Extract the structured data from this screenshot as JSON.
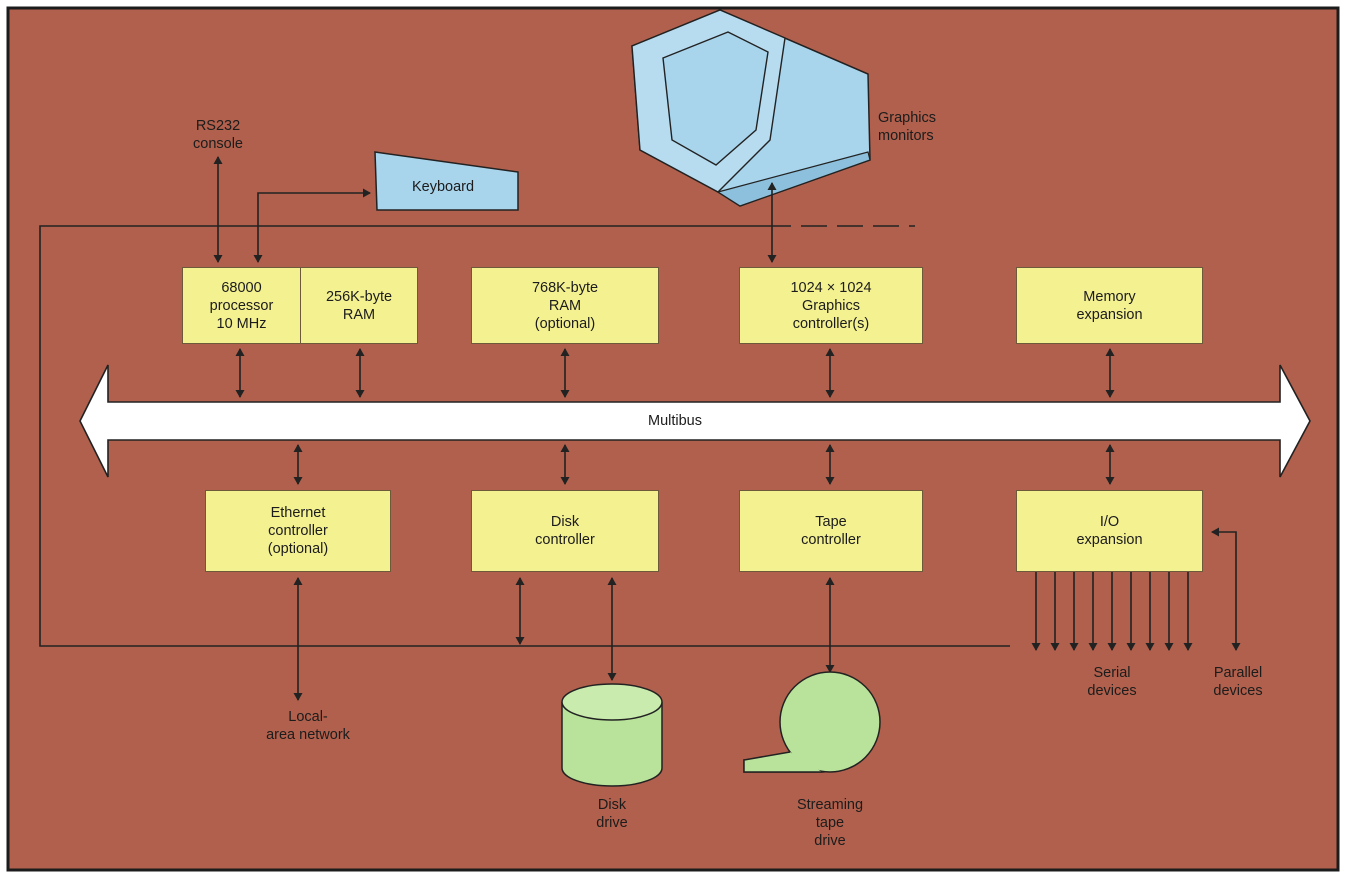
{
  "colors": {
    "background": "#b0604c",
    "frame": "#1c1c1c",
    "controller_box": "#f4f191",
    "peripheral_blue": "#a8d4ec",
    "storage_green": "#b9e39a",
    "bus": "#ffffff",
    "line": "#222222"
  },
  "bus": {
    "label": "Multibus",
    "icon": "double-headed-arrow"
  },
  "boards_top": {
    "cpu_processor": "68000\nprocessor\n10 MHz",
    "cpu_ram": "256K-byte\nRAM",
    "ram_optional": "768K-byte\nRAM\n(optional)",
    "graphics": "1024 × 1024\nGraphics\ncontroller(s)",
    "memory": "Memory\nexpansion"
  },
  "boards_bottom": {
    "ethernet": "Ethernet\ncontroller\n(optional)",
    "disk": "Disk\ncontroller",
    "tape": "Tape\ncontroller",
    "io": "I/O\nexpansion"
  },
  "peripherals": {
    "console": "RS232\nconsole",
    "keyboard": "Keyboard",
    "monitors": "Graphics\nmonitors",
    "lan": "Local-\narea network",
    "disk_drive": "Disk\ndrive",
    "tape_drive": "Streaming\ntape\ndrive",
    "serial": "Serial\ndevices",
    "parallel": "Parallel\ndevices"
  }
}
